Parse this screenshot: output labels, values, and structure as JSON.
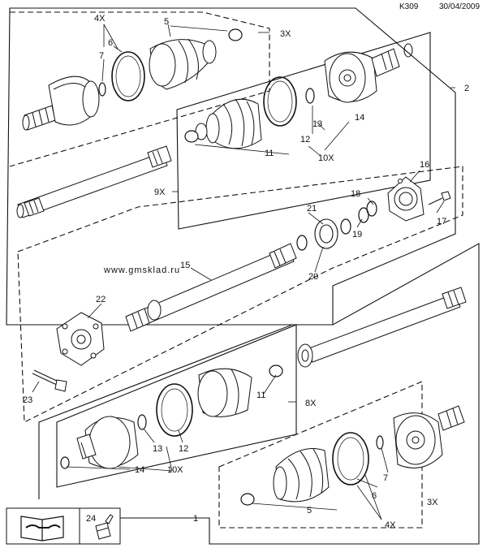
{
  "header": {
    "code": "K309",
    "date": "30/04/2009"
  },
  "watermark": "www.gmsklad.ru",
  "callouts": {
    "c1": "1",
    "c2": "2",
    "c3x_top": "3X",
    "c3x_bottom": "3X",
    "c4x_top": "4X",
    "c4x_bottom": "4X",
    "c5_top": "5",
    "c5_bottom": "5",
    "c6_top": "6",
    "c6_bottom": "6",
    "c7_top": "7",
    "c7_bottom": "7",
    "c8x": "8X",
    "c9x": "9X",
    "c10x_top": "10X",
    "c10x_bottom": "10X",
    "c11_top": "11",
    "c11_bottom": "11",
    "c12_top": "12",
    "c12_bottom": "12",
    "c13_top": "13",
    "c13_bottom": "13",
    "c14_top": "14",
    "c14_bottom": "14",
    "c15": "15",
    "c16": "16",
    "c17": "17",
    "c18": "18",
    "c19": "19",
    "c20": "20",
    "c21": "21",
    "c22": "22",
    "c23": "23",
    "c24": "24"
  }
}
